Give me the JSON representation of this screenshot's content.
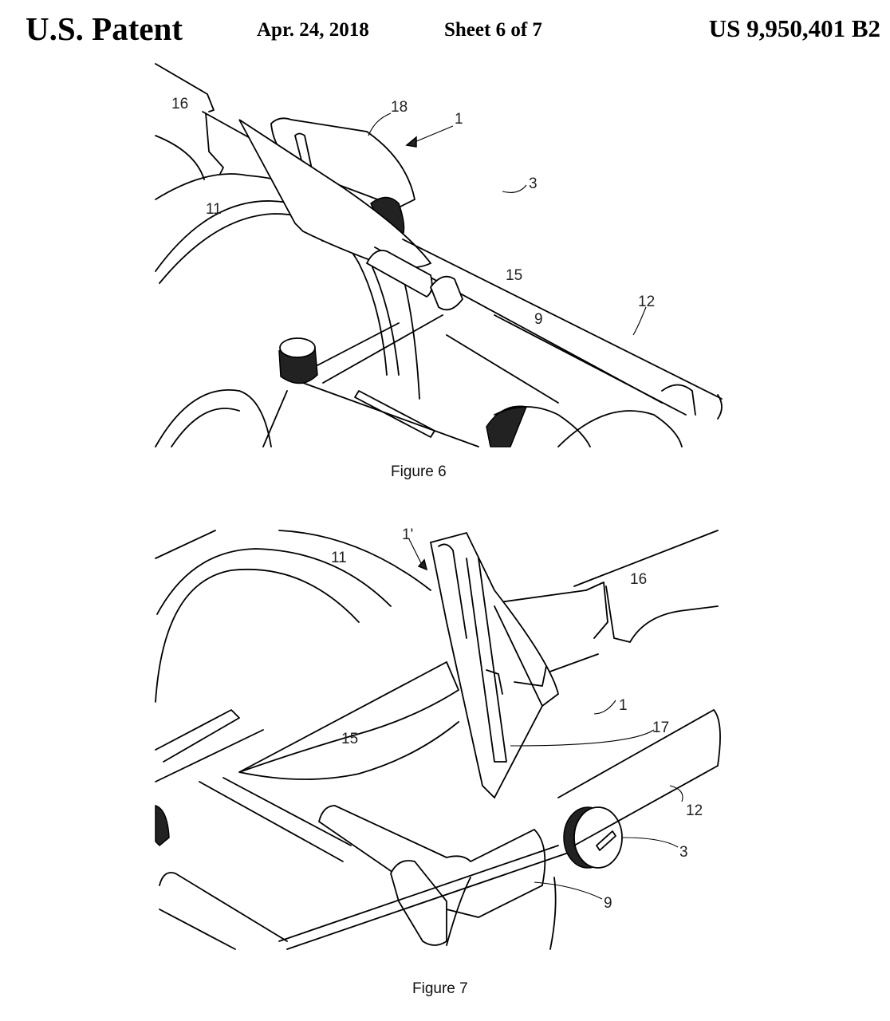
{
  "header": {
    "title": "U.S. Patent",
    "date": "Apr. 24, 2018",
    "sheet": "Sheet 6 of 7",
    "patent_number": "US 9,950,401 B2"
  },
  "figures": [
    {
      "caption": "Figure 6",
      "labels": {
        "l16": "16",
        "l18": "18",
        "l1": "1",
        "l3": "3",
        "l11": "11",
        "l15": "15",
        "l9": "9",
        "l12": "12"
      }
    },
    {
      "caption": "Figure 7",
      "labels": {
        "l1p": "1'",
        "l11": "11",
        "l16": "16",
        "l15": "15",
        "l1": "1",
        "l17": "17",
        "l12": "12",
        "l3": "3",
        "l9": "9"
      }
    }
  ]
}
